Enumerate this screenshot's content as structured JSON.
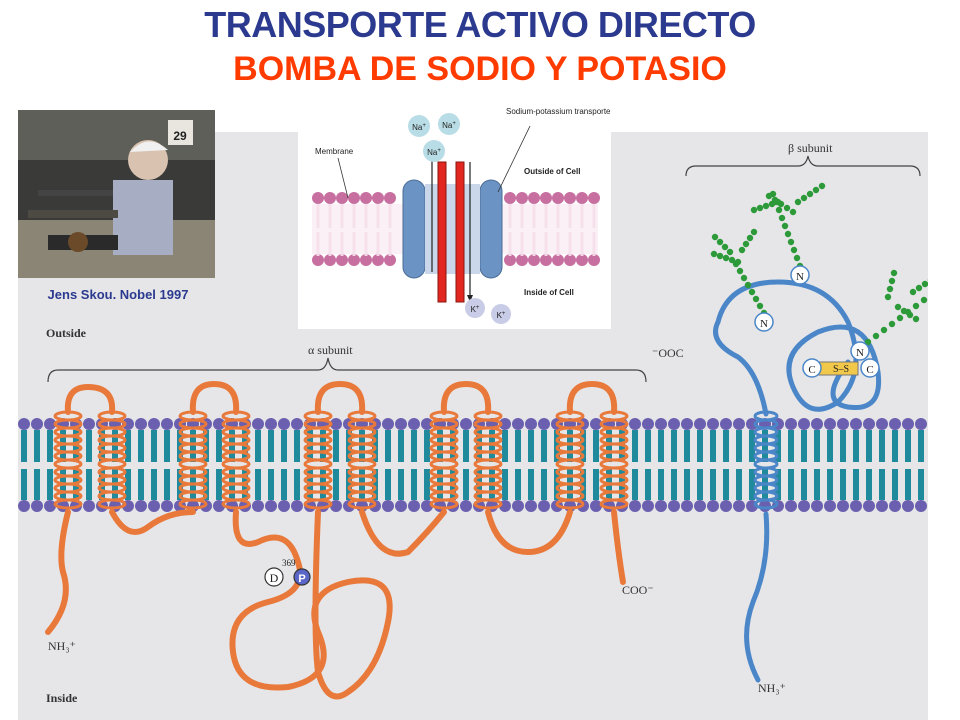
{
  "title": {
    "line1": "TRANSPORTE ACTIVO DIRECTO",
    "line2": "BOMBA DE SODIO Y POTASIO"
  },
  "photo": {
    "caption": "Jens Skou. Nobel 1997",
    "calendar": "29"
  },
  "inset": {
    "membrane": "Membrane",
    "transporter": "Sodium-potassium transporter",
    "outside": "Outside of Cell",
    "inside": "Inside of Cell",
    "ion_na": "Na",
    "ion_k": "K",
    "charge": "+"
  },
  "main": {
    "outside": "Outside",
    "inside": "Inside",
    "alpha": "α subunit",
    "beta": "β subunit",
    "ooc": "⁻OOC",
    "coo": "COO⁻",
    "nh3_alpha": "NH₃⁺",
    "nh3_beta": "NH₃⁺",
    "asp": "D",
    "phos": "P",
    "residue": "369",
    "n": "N",
    "c": "C",
    "ss": "S–S"
  },
  "colors": {
    "title_blue": "#2b3a8f",
    "title_red": "#ff3b00",
    "panel": "#e6e6e8",
    "lipid_head": "#6b5fb0",
    "lipid_tail": "#1f8a9c",
    "alpha_helix": "#e8793a",
    "beta_chain": "#4a86c8",
    "glycan": "#2d9a3a"
  }
}
